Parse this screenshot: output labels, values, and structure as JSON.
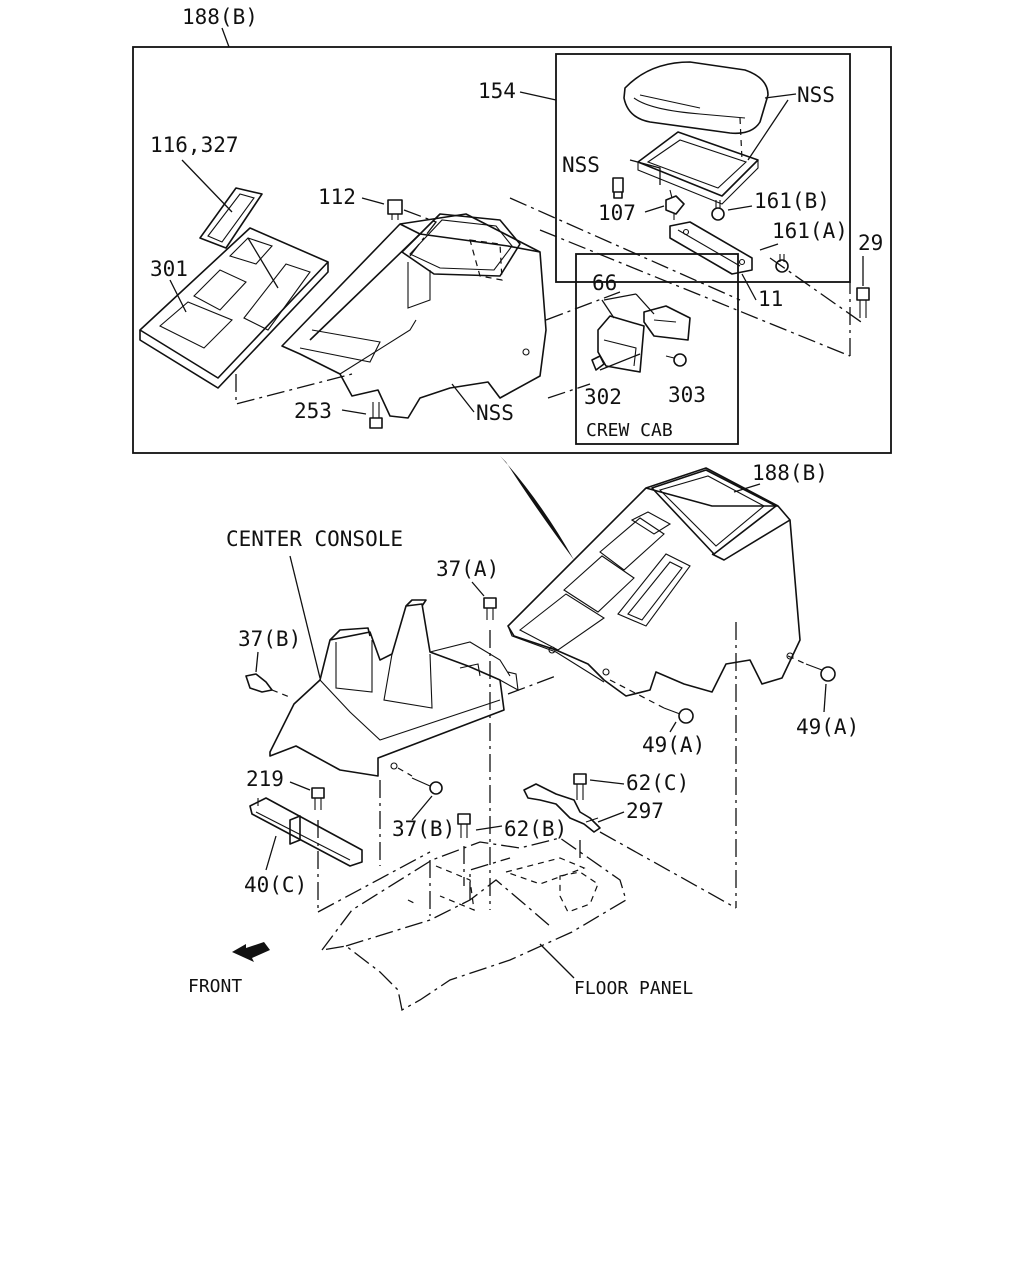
{
  "labels": {
    "assembly_top": "188(B)",
    "armrest_lid_assy": "154",
    "lid_nss": "NSS",
    "screw_nss": "NSS",
    "console_nss": "NSS",
    "clip_107": "107",
    "screw_161b": "161(B)",
    "screw_161a": "161(A)",
    "bracket_11": "11",
    "bolt_29": "29",
    "plate_116_327": "116,327",
    "clip_112": "112",
    "panel_301": "301",
    "screw_253": "253",
    "part_66": "66",
    "part_302": "302",
    "part_303": "303",
    "crew_cab": "CREW CAB",
    "assembly_mid": "188(B)",
    "center_console": "CENTER CONSOLE",
    "screw_37a": "37(A)",
    "clip_37b_left": "37(B)",
    "screw_37b_lower": "37(B)",
    "bolt_49a_mid": "49(A)",
    "bolt_49a_right": "49(A)",
    "screw_219": "219",
    "bracket_40c": "40(C)",
    "screw_62c": "62(C)",
    "screw_62b": "62(B)",
    "harness_297": "297",
    "front": "FRONT",
    "floor_panel": "FLOOR PANEL"
  }
}
